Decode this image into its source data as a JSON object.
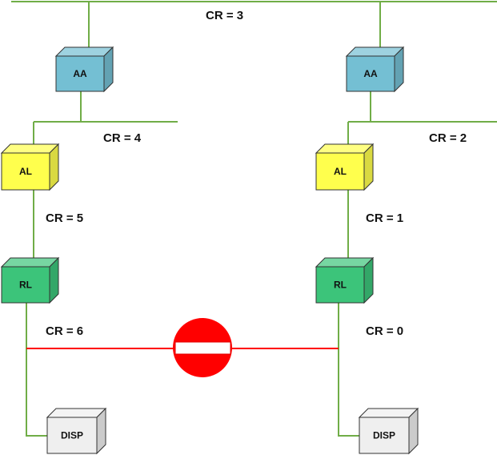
{
  "diagram": {
    "colors": {
      "link": "#70ad47",
      "blocked_link": "#ff0000",
      "no_entry_sign": "#ff0000",
      "aa_box": "#74bfd3",
      "al_box": "#ffff4d",
      "rl_box": "#3cc47a",
      "disp_box": "#efefef"
    },
    "nodes": {
      "left": {
        "aa": "AA",
        "al": "AL",
        "rl": "RL",
        "disp": "DISP"
      },
      "right": {
        "aa": "AA",
        "al": "AL",
        "rl": "RL",
        "disp": "DISP"
      }
    },
    "labels": {
      "cr_top": "CR = 3",
      "cr_left_aa_al": "CR = 4",
      "cr_left_al_rl": "CR = 5",
      "cr_left_rl_disp": "CR = 6",
      "cr_right_aa_al": "CR = 2",
      "cr_right_al_rl": "CR = 1",
      "cr_right_rl_disp": "CR = 0"
    },
    "blocked_connection": {
      "from": "left RL-DISP link",
      "to": "right RL-DISP link",
      "icon": "no-entry-sign"
    }
  }
}
